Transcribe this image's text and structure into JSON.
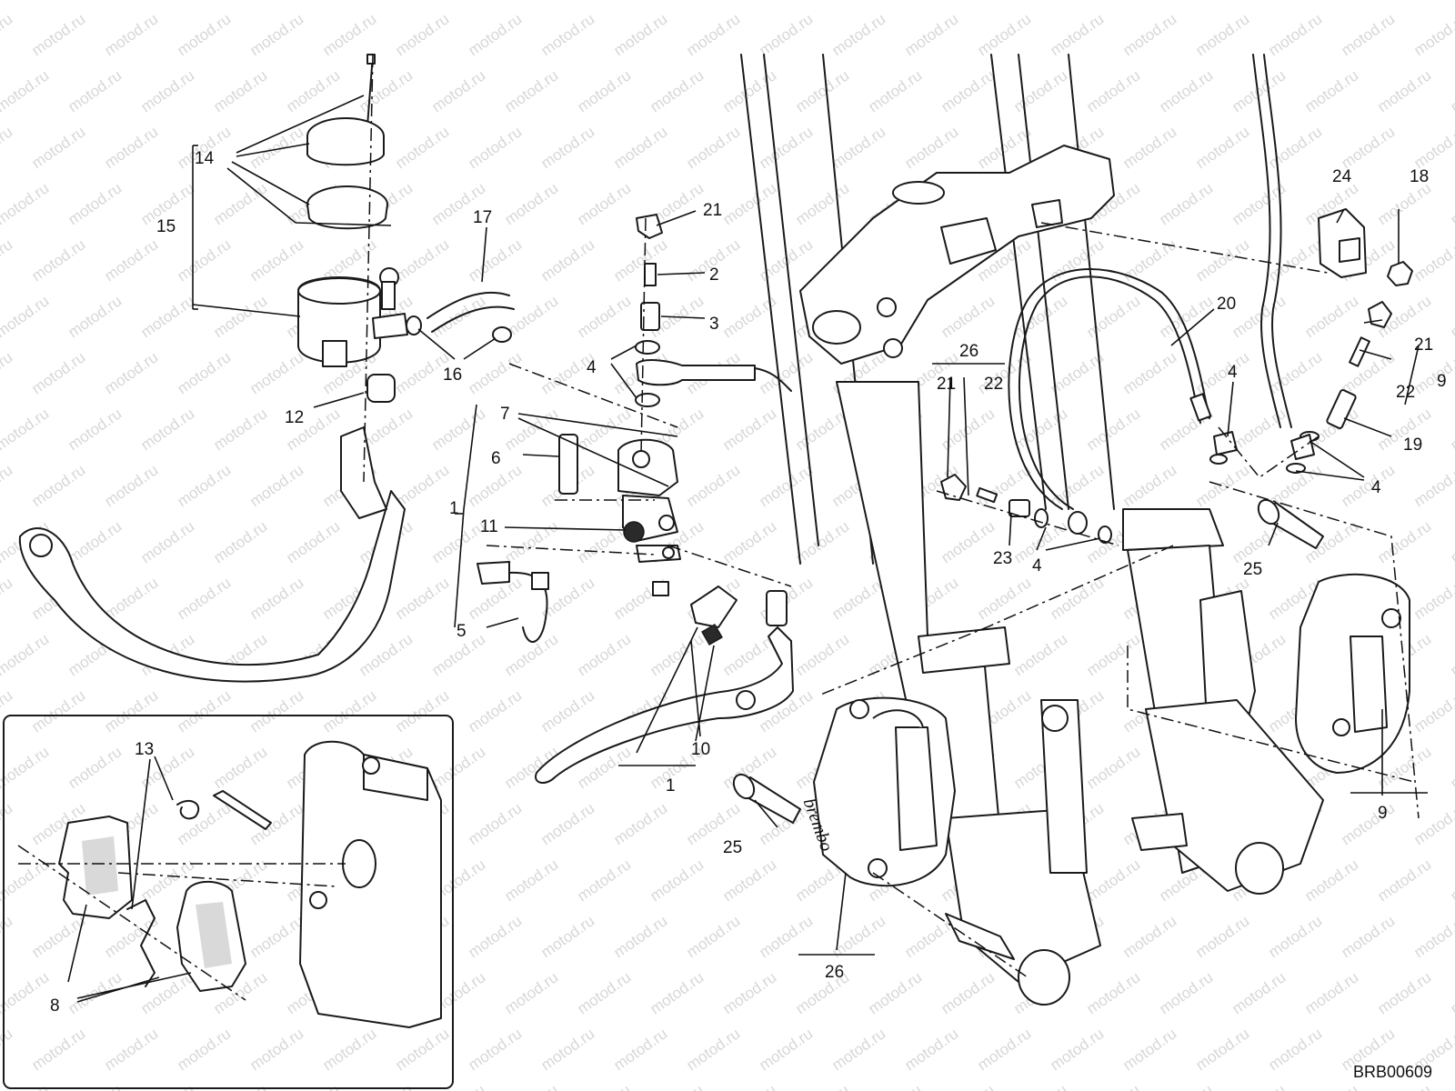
{
  "watermark": "motod.ru",
  "drawing_code": "BRB00609",
  "brand_mark": "brembo",
  "callouts": [
    {
      "id": "c1a",
      "text": "1"
    },
    {
      "id": "c1b",
      "text": "1"
    },
    {
      "id": "c2",
      "text": "2"
    },
    {
      "id": "c3",
      "text": "3"
    },
    {
      "id": "c4a",
      "text": "4"
    },
    {
      "id": "c4b",
      "text": "4"
    },
    {
      "id": "c4c",
      "text": "4"
    },
    {
      "id": "c4d",
      "text": "4"
    },
    {
      "id": "c5",
      "text": "5"
    },
    {
      "id": "c6",
      "text": "6"
    },
    {
      "id": "c7",
      "text": "7"
    },
    {
      "id": "c8",
      "text": "8"
    },
    {
      "id": "c9a",
      "text": "9"
    },
    {
      "id": "c9b",
      "text": "9"
    },
    {
      "id": "c10",
      "text": "10"
    },
    {
      "id": "c11",
      "text": "11"
    },
    {
      "id": "c12",
      "text": "12"
    },
    {
      "id": "c13",
      "text": "13"
    },
    {
      "id": "c14",
      "text": "14"
    },
    {
      "id": "c15",
      "text": "15"
    },
    {
      "id": "c16",
      "text": "16"
    },
    {
      "id": "c17",
      "text": "17"
    },
    {
      "id": "c18",
      "text": "18"
    },
    {
      "id": "c19",
      "text": "19"
    },
    {
      "id": "c20",
      "text": "20"
    },
    {
      "id": "c21a",
      "text": "21"
    },
    {
      "id": "c21b",
      "text": "21"
    },
    {
      "id": "c21c",
      "text": "21"
    },
    {
      "id": "c22a",
      "text": "22"
    },
    {
      "id": "c22b",
      "text": "22"
    },
    {
      "id": "c23",
      "text": "23"
    },
    {
      "id": "c24",
      "text": "24"
    },
    {
      "id": "c25a",
      "text": "25"
    },
    {
      "id": "c25b",
      "text": "25"
    },
    {
      "id": "c26a",
      "text": "26"
    },
    {
      "id": "c26b",
      "text": "26"
    }
  ]
}
